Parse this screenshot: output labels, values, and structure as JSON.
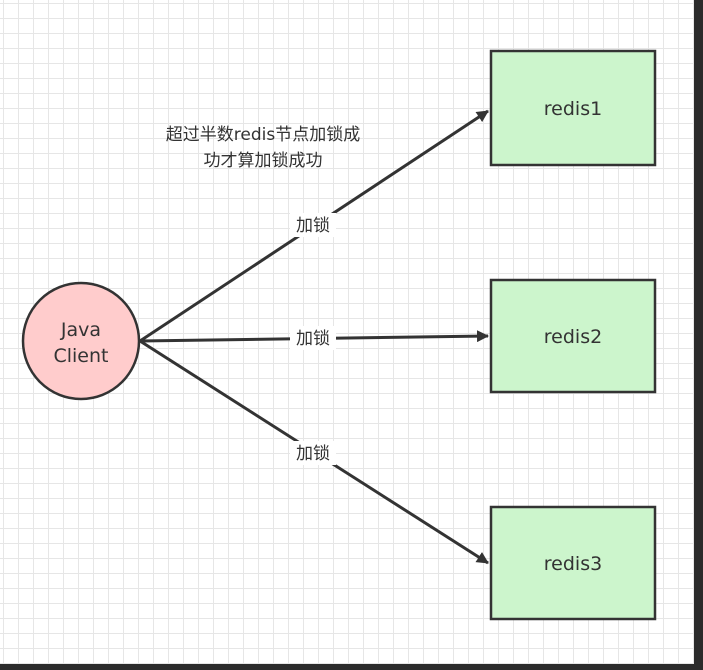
{
  "client": {
    "label_line1": "Java",
    "label_line2": "Client",
    "fill": "#ffcccc"
  },
  "nodes": [
    {
      "label": "redis1",
      "fill": "#ccf5cc"
    },
    {
      "label": "redis2",
      "fill": "#ccf5cc"
    },
    {
      "label": "redis3",
      "fill": "#ccf5cc"
    }
  ],
  "edges": [
    {
      "label": "加锁"
    },
    {
      "label": "加锁"
    },
    {
      "label": "加锁"
    }
  ],
  "note": {
    "line1": "超过半数redis节点加锁成",
    "line2": "功才算加锁成功"
  },
  "colors": {
    "stroke": "#333333",
    "edge_label_bg": "#ffffff"
  }
}
